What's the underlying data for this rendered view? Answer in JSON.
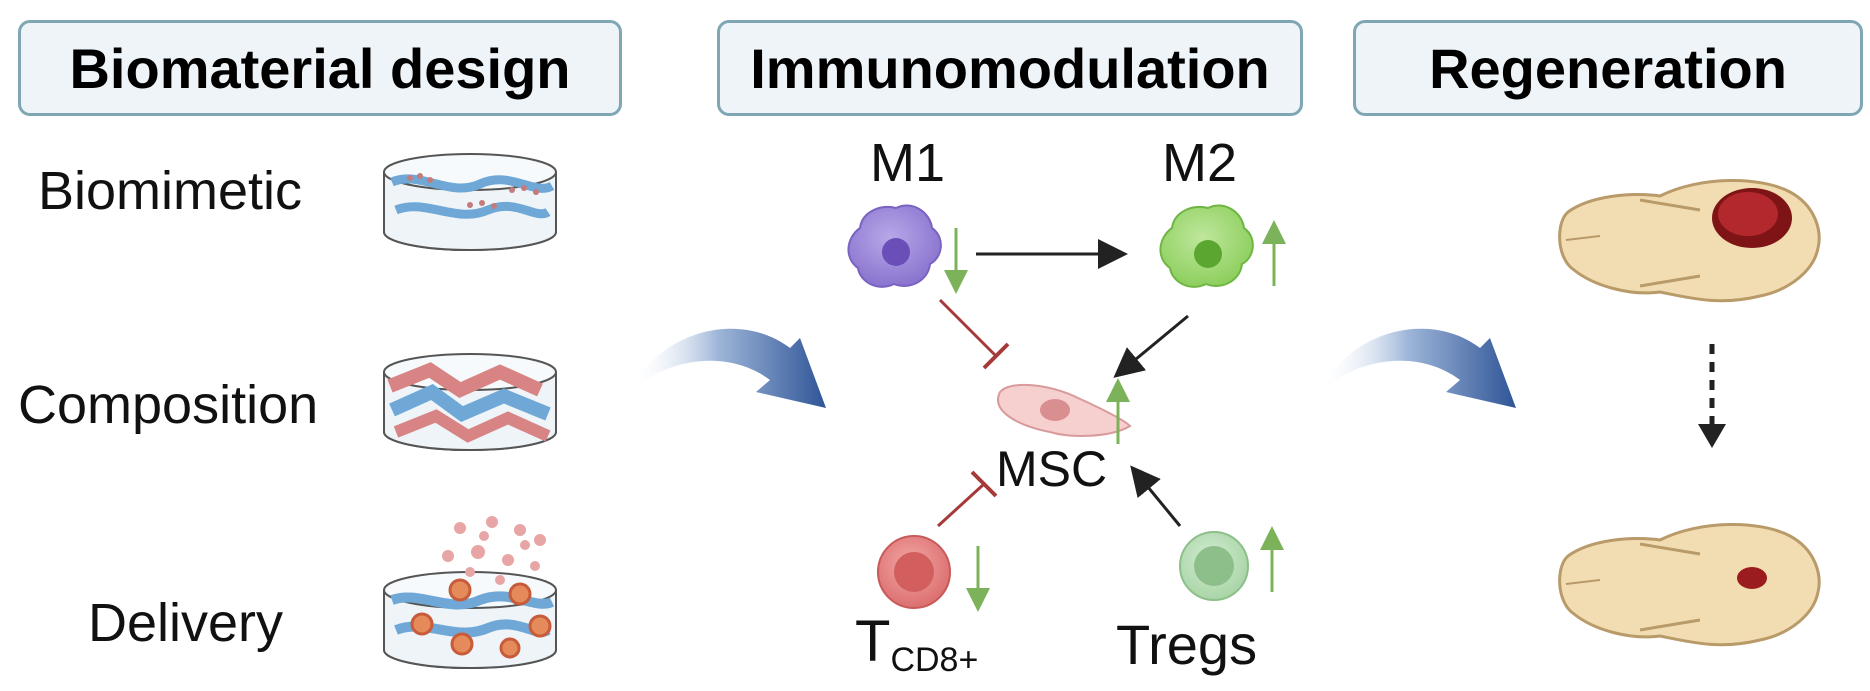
{
  "headers": {
    "biomaterial_design": "Biomaterial design",
    "immunomodulation": "Immunomodulation",
    "regeneration": "Regeneration"
  },
  "biomaterial": {
    "biomimetic": "Biomimetic",
    "composition": "Composition",
    "delivery": "Delivery"
  },
  "cells": {
    "m1": "M1",
    "m2": "M2",
    "msc": "MSC",
    "tcd8_main": "T",
    "tcd8_sub": "CD8+",
    "tregs": "Tregs"
  },
  "colors": {
    "header_border": "#7fa7b3",
    "header_fill": "#eef4f7",
    "up_arrow": "#7cb35a",
    "inhibit": "#a63a3a",
    "flow_arrow": "#3f66a8"
  }
}
